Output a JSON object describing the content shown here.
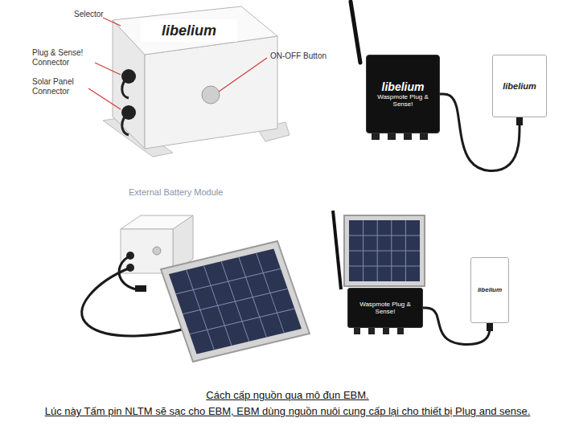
{
  "diagram": {
    "caption": "Cách cấp nguồn qua mô đun EBM.",
    "nodes": [
      {
        "text": [
          "libelium"
        ]
      },
      {
        "text": [
          "libelium",
          "Waspmote Plug & Sense!"
        ]
      },
      {
        "text": [
          "libelium"
        ]
      },
      {
        "text": [
          "Waspmote Plug & Sense!"
        ]
      },
      {
        "text": [
          "libelium"
        ]
      }
    ],
    "edges": [
      {
        "from": 1,
        "to": 2,
        "arrow": "none"
      },
      {
        "from": 3,
        "to": 4,
        "arrow": "none"
      }
    ],
    "labels": [
      "Selector",
      "Plug & Sense! Connector",
      "Solar Panel Connector",
      "ON-OFF Button",
      "External Battery Module",
      "Lúc này Tấm pin NLTM sẽ sạc cho EBM, EBM dùng nguồn nuôi cung cấp lại cho thiết bị Plug and sense."
    ]
  }
}
